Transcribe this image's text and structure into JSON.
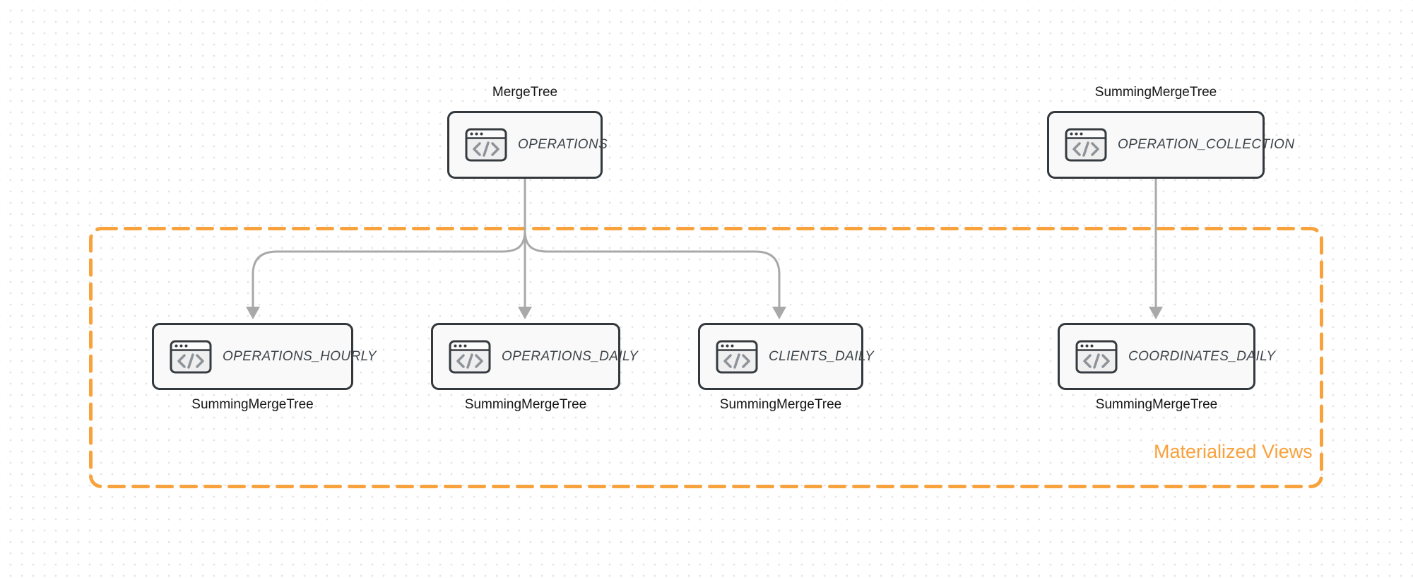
{
  "diagram": {
    "title_hint": "ClickHouse table pipeline diagram",
    "group": {
      "label": "Materialized Views"
    },
    "nodes": [
      {
        "id": "operations",
        "engine": "MergeTree",
        "table": "OPERATIONS",
        "engine_label_position": "top",
        "icon": "code-window-icon"
      },
      {
        "id": "operation-collection",
        "engine": "SummingMergeTree",
        "table": "OPERATION_COLLECTION",
        "engine_label_position": "top",
        "icon": "code-window-icon"
      },
      {
        "id": "operations-hourly",
        "engine": "SummingMergeTree",
        "table": "OPERATIONS_HOURLY",
        "engine_label_position": "bottom",
        "icon": "code-window-icon"
      },
      {
        "id": "operations-daily",
        "engine": "SummingMergeTree",
        "table": "OPERATIONS_DAILY",
        "engine_label_position": "bottom",
        "icon": "code-window-icon"
      },
      {
        "id": "clients-daily",
        "engine": "SummingMergeTree",
        "table": "CLIENTS_DAILY",
        "engine_label_position": "bottom",
        "icon": "code-window-icon"
      },
      {
        "id": "coordinates-daily",
        "engine": "SummingMergeTree",
        "table": "COORDINATES_DAILY",
        "engine_label_position": "bottom",
        "icon": "code-window-icon"
      }
    ],
    "edges": [
      {
        "from": "operations",
        "to": "operations_hourly"
      },
      {
        "from": "operations",
        "to": "operations_daily"
      },
      {
        "from": "operations",
        "to": "clients_daily"
      },
      {
        "from": "operation_collection",
        "to": "coordinates_daily"
      }
    ],
    "colors": {
      "group_border": "#F7A23C",
      "group_label": "#F9A13C",
      "arrow": "#A9A9A9",
      "node_border": "#33383D",
      "node_fill": "#F8F9F8",
      "icon_glyph": "#8D9399",
      "engine_label": "#141414",
      "table_label": "#3F454B",
      "background_dots": "#E3E3E3"
    }
  }
}
